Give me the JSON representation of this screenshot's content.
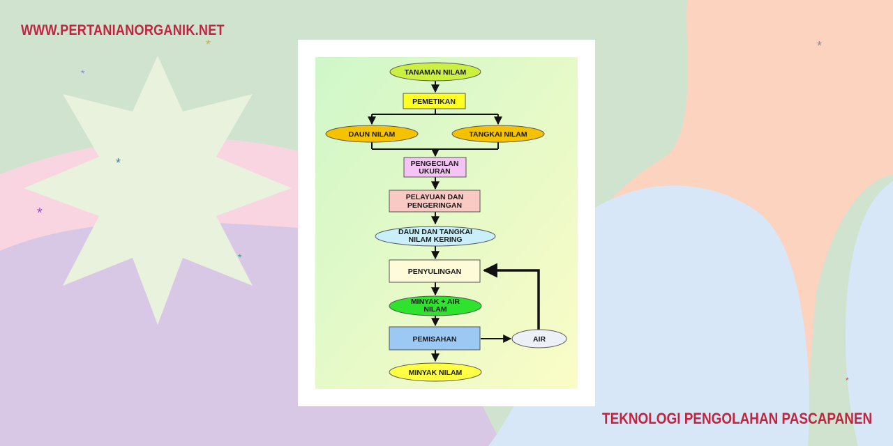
{
  "header": {
    "site_url": "WWW.PERTANIANORGANIK.NET"
  },
  "footer": {
    "page_title": "TEKNOLOGI PENGOLAHAN PASCAPANEN"
  },
  "colors": {
    "brand_text": "#c0243e",
    "bg_green": "#cfe3cf",
    "bg_peach": "#fbd3bf",
    "bg_pink": "#f8d5e0",
    "bg_purple": "#d8c8e6",
    "bg_blue": "#d7e7f8",
    "star_burst": "#e8f2dc"
  },
  "flowchart": {
    "nodes": {
      "tanaman_nilam": {
        "label": "TANAMAN NILAM",
        "fill": "#ccf040"
      },
      "pemetikan": {
        "label": "PEMETIKAN",
        "fill": "#ffff22"
      },
      "daun_nilam": {
        "label": "DAUN NILAM",
        "fill": "#f4c200"
      },
      "tangkai_nilam": {
        "label": "TANGKAI NILAM",
        "fill": "#f4c200"
      },
      "pengecilan": {
        "line1": "PENGECILAN",
        "line2": "UKURAN",
        "fill": "#f4c4f4"
      },
      "pelayuan": {
        "line1": "PELAYUAN DAN",
        "line2": "PENGERINGAN",
        "fill": "#f9c9c4"
      },
      "daun_tangkai_kering": {
        "line1": "DAUN DAN TANGKAI",
        "line2": "NILAM KERING",
        "fill": "#c9f0fa"
      },
      "penyulingan": {
        "label": "PENYULINGAN",
        "fill": "#fdfbd8"
      },
      "minyak_air": {
        "line1": "MINYAK + AIR",
        "line2": "NILAM",
        "fill": "#2ee22e"
      },
      "pemisahan": {
        "label": "PEMISAHAN",
        "fill": "#9cc8f4"
      },
      "air": {
        "label": "AIR",
        "fill": "#eef0f8"
      },
      "minyak_nilam": {
        "label": "MINYAK NILAM",
        "fill": "#ffff44"
      }
    }
  }
}
